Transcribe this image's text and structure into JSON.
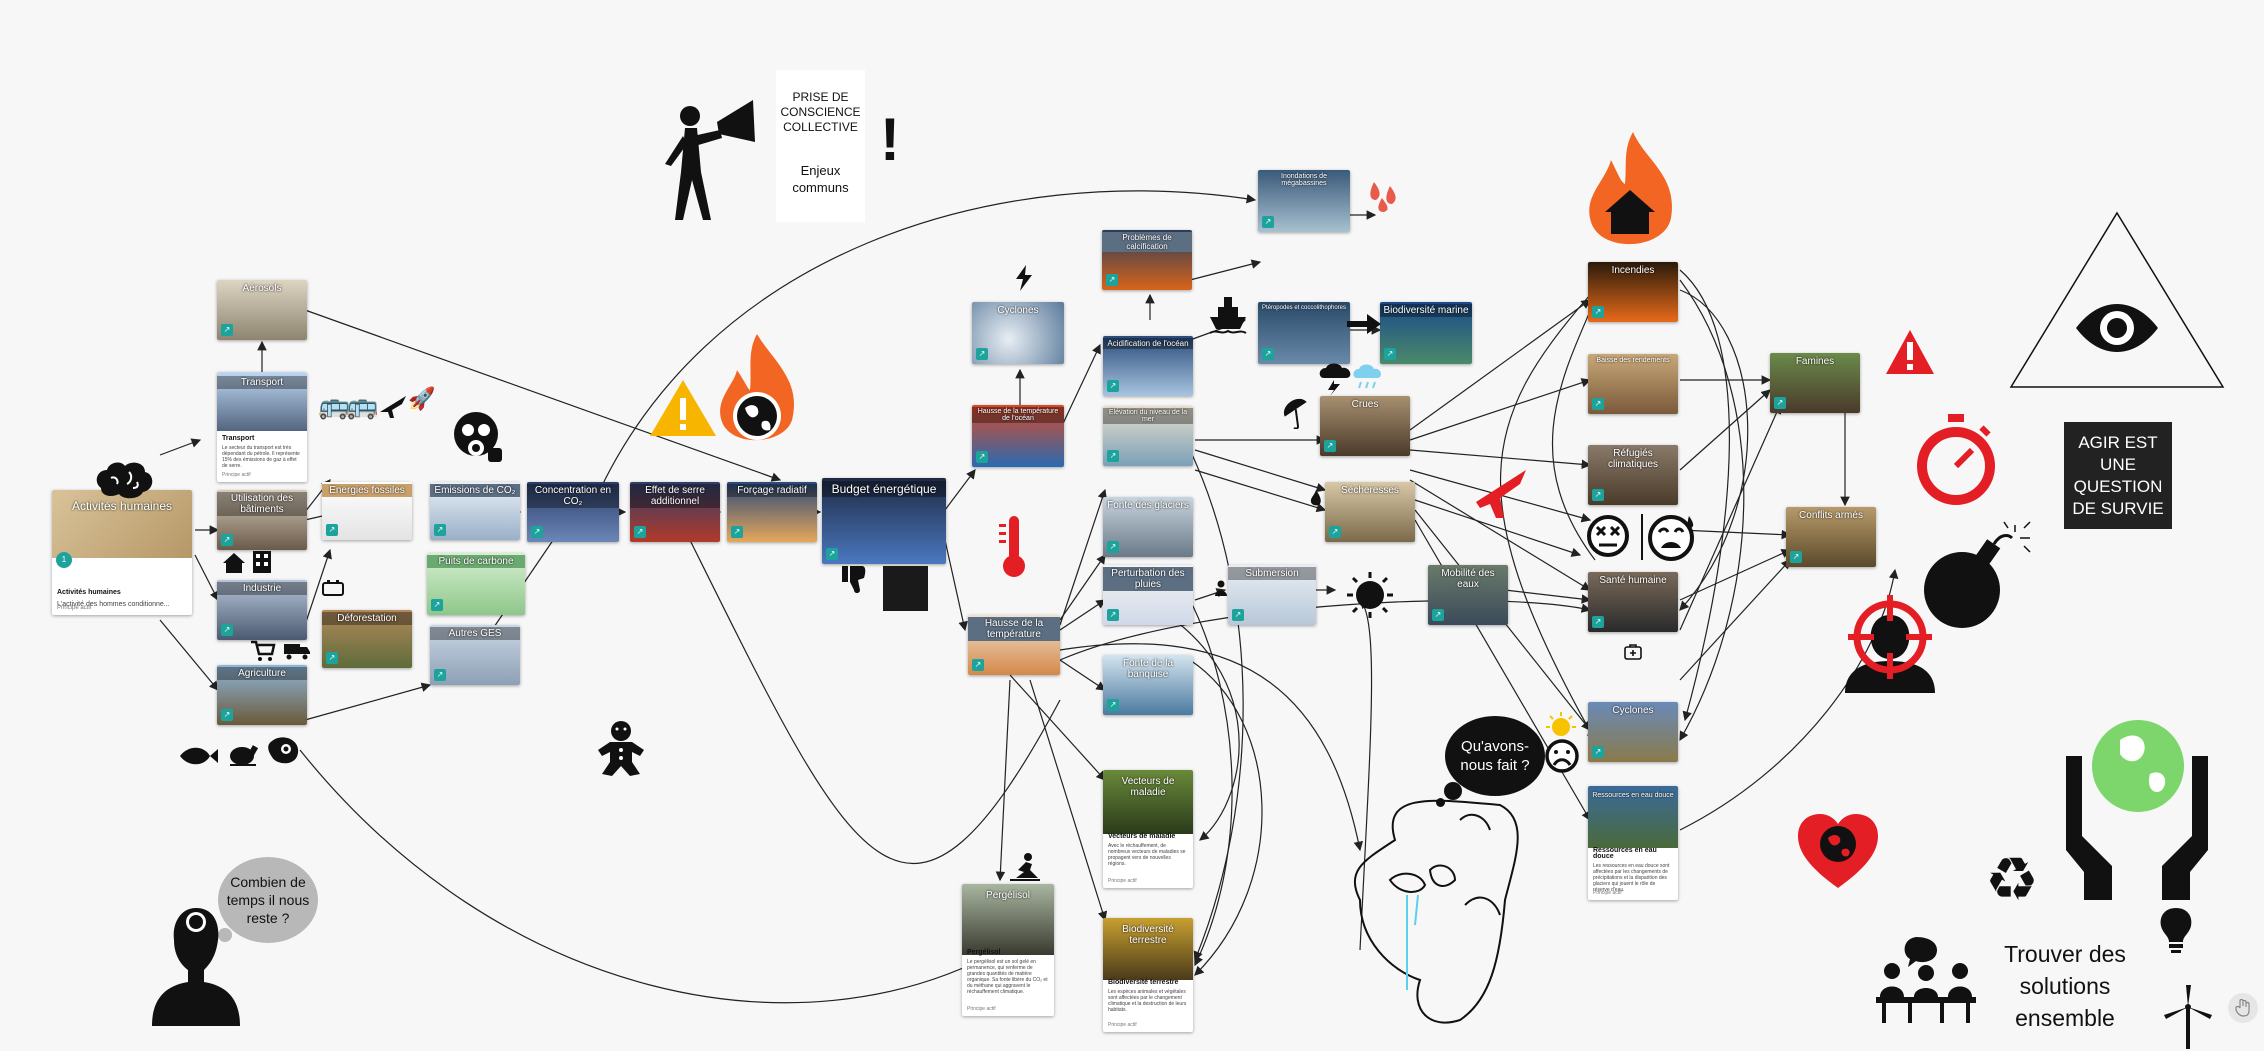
{
  "header": {
    "prise_title": "PRISE DE CONSCIENCE COLLECTIVE",
    "enjeux": "Enjeux communs",
    "exclamation": "!"
  },
  "cards": {
    "activites": {
      "title": "Activités humaines",
      "desc_title": "Activités humaines",
      "desc": "L'activité des hommes conditionne...",
      "badge": "1",
      "foot": "Principe actif"
    },
    "aerosols": {
      "title": "Aérosols"
    },
    "transport": {
      "title": "Transport",
      "desc_title": "Transport",
      "desc": "Le secteur du transport est très dépendant du pétrole. Il représente 15% des émissions de gaz à effet de serre.",
      "foot": "Principe actif"
    },
    "batiments": {
      "title": "Utilisation des bâtiments"
    },
    "industrie": {
      "title": "Industrie"
    },
    "agriculture": {
      "title": "Agriculture"
    },
    "energies": {
      "title": "Energies fossiles"
    },
    "deforestation": {
      "title": "Déforestation"
    },
    "emissions": {
      "title": "Emissions de CO₂"
    },
    "puits": {
      "title": "Puits de carbone"
    },
    "autres_ges": {
      "title": "Autres GES"
    },
    "concentration": {
      "title": "Concentration en CO₂"
    },
    "effet_serre": {
      "title": "Effet de serre additionnel"
    },
    "forcage": {
      "title": "Forçage radiatif"
    },
    "budget": {
      "title": "Budget énergétique"
    },
    "cyclones": {
      "title": "Cyclones"
    },
    "hausse_ocean": {
      "title": "Hausse de la température de l'océan"
    },
    "hausse_temp": {
      "title": "Hausse de la température"
    },
    "pergelisol": {
      "title": "Pergélisol",
      "desc_title": "Pergélisol",
      "desc": "Le pergélisol est un sol gelé en permanence, qui renferme de grandes quantités de matière organique. Sa fonte libère du CO₂ et du méthane qui aggravent le réchauffement climatique.",
      "foot": "Principe actif"
    },
    "calcification": {
      "title": "Problèmes de calcification"
    },
    "acidification": {
      "title": "Acidification de l'océan"
    },
    "elevation": {
      "title": "Elévation du niveau de la mer"
    },
    "fonte_glaciers": {
      "title": "Fonte des glaciers"
    },
    "pluies": {
      "title": "Perturbation des pluies"
    },
    "banquise": {
      "title": "Fonte de la banquise"
    },
    "vecteurs": {
      "title": "Vecteurs de maladie",
      "desc_title": "Vecteurs de maladie",
      "desc": "Avec le réchauffement, de nombreux vecteurs de maladies se propagent vers de nouvelles régions.",
      "foot": "Principe actif"
    },
    "biodiv_terrestre": {
      "title": "Biodiversité terrestre",
      "desc_title": "Biodiversité terrestre",
      "desc": "Les espèces animales et végétales sont affectées par le changement climatique et la destruction de leurs habitats.",
      "foot": "Principe actif"
    },
    "submersion": {
      "title": "Submersion"
    },
    "mobilite": {
      "title": "Mobilité des eaux"
    },
    "inondations": {
      "title": "Inondations de mégabassines"
    },
    "pteropodes": {
      "title": "Ptéropodes et coccolithophores"
    },
    "biodiv_marine": {
      "title": "Biodiversité marine"
    },
    "crues": {
      "title": "Crues"
    },
    "secheresses": {
      "title": "Sécheresses"
    },
    "incendies": {
      "title": "Incendies"
    },
    "baisse_rendements": {
      "title": "Baisse des rendements"
    },
    "refugies": {
      "title": "Réfugiés climatiques"
    },
    "famines": {
      "title": "Famines"
    },
    "sante": {
      "title": "Santé humaine"
    },
    "conflits": {
      "title": "Conflits armés"
    },
    "cyclones_hum": {
      "title": "Cyclones"
    },
    "ressources_eau": {
      "title": "Ressources en eau douce",
      "desc_title": "Ressources en eau douce",
      "desc": "Les ressources en eau douce sont affectées par les changements de précipitations et la disparition des glaciers qui jouent le rôle de réserve d'eau.",
      "foot": "Principe actif"
    }
  },
  "labels": {
    "quavons": "Qu'avons-nous fait ?",
    "combien": "Combien de temps il nous reste ?",
    "agir": "AGIR EST UNE QUESTION DE SURVIE",
    "trouver": "Trouver des solutions ensemble"
  },
  "icons": {
    "megaphone_person": "megaphone-person-icon",
    "warning": "⚠",
    "brain": "brain-icon",
    "lightning": "⚡",
    "thermometer": "thermometer-icon",
    "fire": "fire-icon",
    "eye_triangle": "eye-triangle-icon",
    "stopwatch": "stopwatch-icon",
    "bomb": "bomb-icon",
    "recycle": "♻",
    "lightbulb": "lightbulb-icon",
    "hands_earth": "hands-earth-icon",
    "heart_earth": "heart-earth-icon",
    "people_table": "people-table-icon",
    "wind_turbine": "wind-turbine-icon",
    "gingerbread": "gingerbread-icon",
    "gas_mask": "gas-mask-icon",
    "fish": "fish-icon",
    "chicken": "chicken-icon",
    "steak": "steak-icon",
    "house": "house-icon",
    "building": "building-icon",
    "cart": "cart-icon",
    "truck": "truck-icon",
    "bus": "bus-icon",
    "plane": "plane-icon",
    "rocket": "rocket-icon",
    "battery": "battery-icon",
    "thumb_down": "thumb-down-icon",
    "black_square": "black-square-icon",
    "ship": "ship-icon",
    "storm_cloud": "storm-cloud-icon",
    "rain_cloud": "rain-cloud-icon",
    "umbrella": "umbrella-icon",
    "sun": "sun-icon",
    "flame_small": "flame-icon",
    "dizzy_face": "dizzy-face-icon",
    "crying_face": "crying-face-icon",
    "medkit": "medkit-icon",
    "target_person": "target-person-icon",
    "alert_triangle": "alert-icon",
    "red_plane": "red-plane-icon",
    "surfer": "surfer-icon",
    "head_silhouette": "head-silhouette-icon",
    "hand_cursor": "hand-cursor-icon"
  },
  "colors": {
    "background": "#f7f7f7",
    "fire_orange": "#f26522",
    "red": "#e31e24",
    "warning_yellow": "#f7b500",
    "green_earth": "#7dd66b",
    "dark_box": "#222222"
  }
}
